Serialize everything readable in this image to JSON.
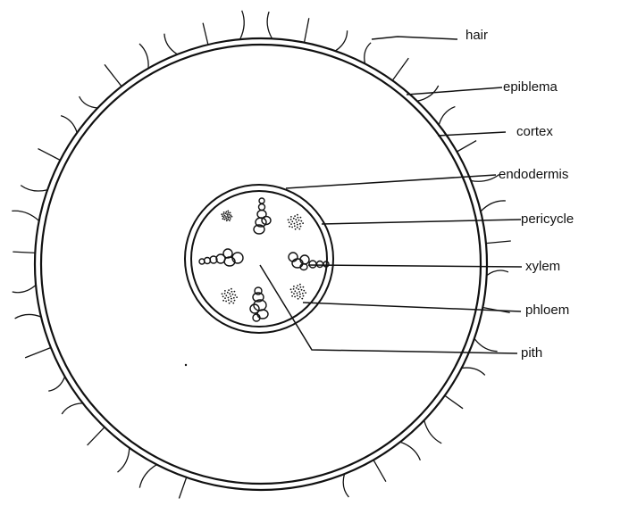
{
  "diagram": {
    "labels": {
      "hair": "hair",
      "epiblema": "epiblema",
      "cortex": "cortex",
      "endodermis": "endodermis",
      "pericycle": "pericycle",
      "xylem": "xylem",
      "phloem": "phloem",
      "pith": "pith"
    }
  }
}
